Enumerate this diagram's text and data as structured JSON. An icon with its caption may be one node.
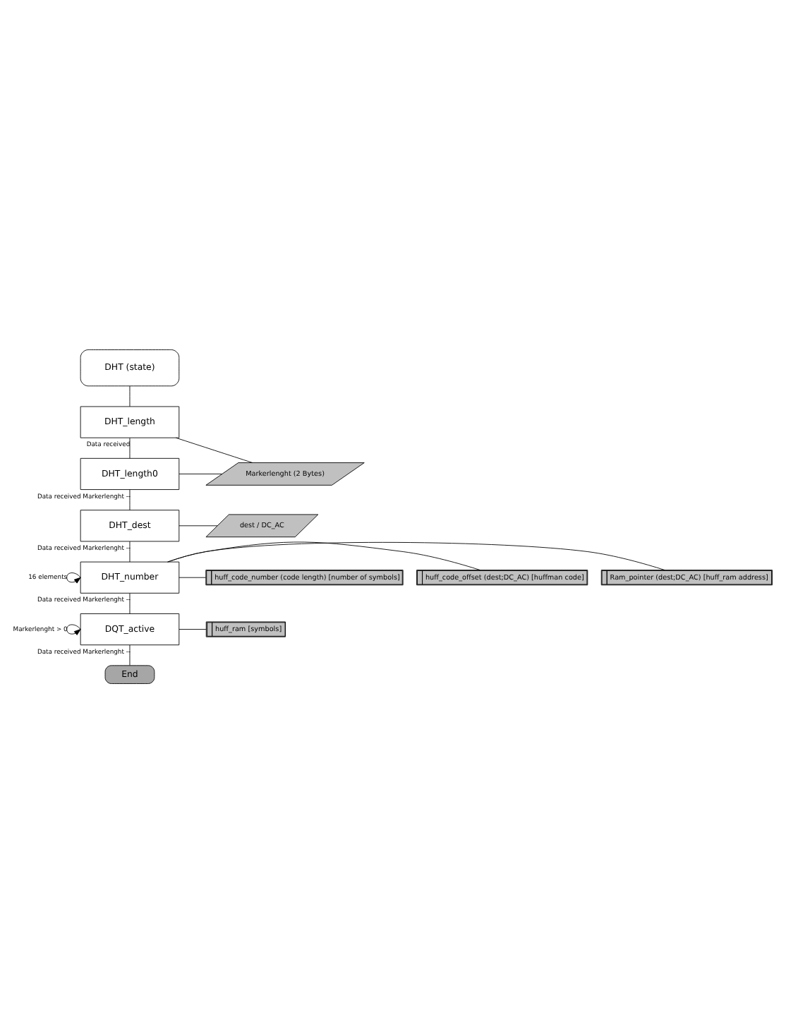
{
  "diagram": {
    "nodes": [
      {
        "text": [
          "DHT (state)"
        ]
      },
      {
        "text": [
          "DHT_length"
        ]
      },
      {
        "text": [
          "DHT_length0"
        ]
      },
      {
        "text": [
          "Markerlenght (2 Bytes)"
        ]
      },
      {
        "text": [
          "DHT_dest"
        ]
      },
      {
        "text": [
          "dest / DC_AC"
        ]
      },
      {
        "text": [
          "DHT_number"
        ]
      },
      {
        "text": [
          "huff_code_number (code length) [number of symbols]"
        ]
      },
      {
        "text": [
          "huff_code_offset (dest;DC_AC) [huffman code]"
        ]
      },
      {
        "text": [
          "Ram_pointer (dest;DC_AC) [huff_ram address]"
        ]
      },
      {
        "text": [
          "DQT_active"
        ]
      },
      {
        "text": [
          "huff_ram [symbols]"
        ]
      },
      {
        "text": [
          "End"
        ]
      }
    ],
    "edges": [
      {
        "from": 0,
        "to": 1,
        "arrow": "none"
      },
      {
        "from": 1,
        "to": 2,
        "arrow": "none",
        "label": "Data received"
      },
      {
        "from": 1,
        "to": 3,
        "arrow": "none"
      },
      {
        "from": 2,
        "to": 3,
        "arrow": "none"
      },
      {
        "from": 2,
        "to": 4,
        "arrow": "none",
        "label": "Data received Markerlenght --"
      },
      {
        "from": 4,
        "to": 5,
        "arrow": "none"
      },
      {
        "from": 4,
        "to": 6,
        "arrow": "none",
        "label": "Data received Markerlenght --"
      },
      {
        "from": 6,
        "to": 6,
        "arrow": "to",
        "label": "16 elements"
      },
      {
        "from": 6,
        "to": 7,
        "arrow": "none"
      },
      {
        "from": 6,
        "to": 8,
        "arrow": "none"
      },
      {
        "from": 6,
        "to": 9,
        "arrow": "none"
      },
      {
        "from": 6,
        "to": 10,
        "arrow": "none",
        "label": "Data received Markerlenght --"
      },
      {
        "from": 10,
        "to": 10,
        "arrow": "to",
        "label": "Markerlenght > 0"
      },
      {
        "from": 10,
        "to": 11,
        "arrow": "none"
      },
      {
        "from": 10,
        "to": 12,
        "arrow": "none",
        "label": "Data received Markerlenght --"
      }
    ]
  }
}
